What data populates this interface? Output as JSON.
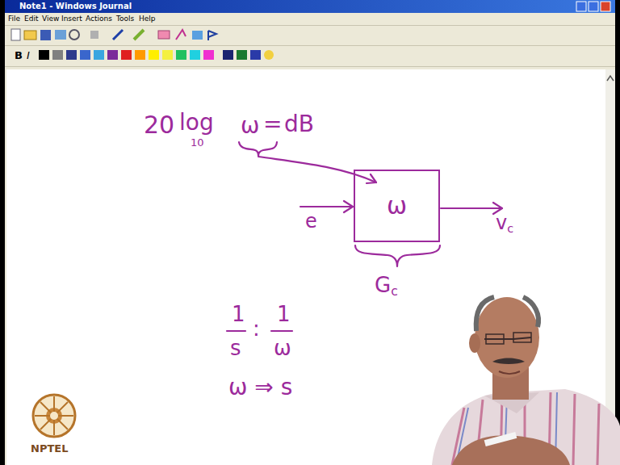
{
  "diagram": {
    "nodes": [
      {
        "text": [
          "ω"
        ]
      }
    ],
    "labels": [
      "Note1 - Windows Journal",
      "File",
      "Edit",
      "View",
      "Insert",
      "Actions",
      "Tools",
      "Help",
      "B",
      "I",
      "20",
      "log",
      "10",
      "ω",
      "=",
      "dB",
      "e",
      "vc",
      "Gc",
      "1",
      "s",
      ":",
      "1",
      "ω",
      "ω ⇒ s",
      "NPTEL"
    ]
  }
}
